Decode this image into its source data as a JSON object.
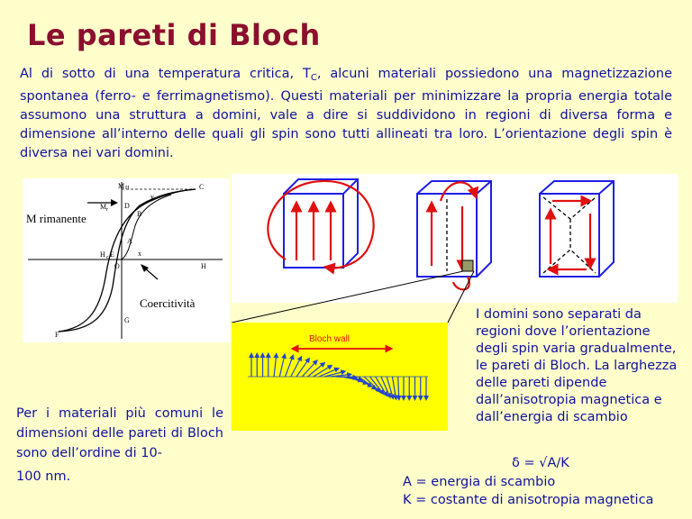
{
  "slide": {
    "title": "Le pareti di Bloch",
    "intro": {
      "part1": "Al di sotto di una temperatura critica, T",
      "sub": "C",
      "part2": ", alcuni materiali possiedono una magnetizzazione spontanea (ferro- e ferrimagnetismo).  Questi materiali per minimizzare la propria energia totale assumono una struttura a domini, vale a dire si suddividono in regioni di diversa forma e dimensione all’interno delle quali gli spin sono tutti allineati tra loro. L’orientazione degli spin è diversa nei vari domini."
    },
    "hysteresis": {
      "label_remanent": "M rimanente",
      "label_coercivity": "Coercitività",
      "axis_labels": {
        "MH": "M",
        "H_sub": "H",
        "H": "H",
        "Mr": "M",
        "r_sub": "r",
        "Hc": "H",
        "c_sub": "c",
        "O": "O",
        "G": "G",
        "F": "F",
        "C": "C",
        "D": "D",
        "B": "B",
        "A": "A",
        "E": "E",
        "x": "x",
        "y": "y"
      }
    },
    "bloch_wall": {
      "label": "Bloch wall"
    },
    "left_note": {
      "main": "Per i materiali più comuni le dimensioni delle pareti di Bloch sono dell’ordine di 10-",
      "last": "100 nm."
    },
    "right_note": "I domini sono separati da regioni dove l’orientazione degli spin varia gradualmente, le pareti di Bloch. La larghezza delle pareti dipende dall’anisotropia magnetica e dall’energia di scambio",
    "formula": "δ = √A/K",
    "definitions": [
      "A = energia di scambio",
      "K = costante di anisotropia magnetica"
    ],
    "colors": {
      "title": "#8B0F2E",
      "text": "#1010A0",
      "background": "#FFFFCC",
      "box_blue": "#1E1EE6",
      "arrow_red": "#E01010",
      "wall_yellow": "#FFFF00",
      "spin_blue": "#2244CC"
    }
  }
}
